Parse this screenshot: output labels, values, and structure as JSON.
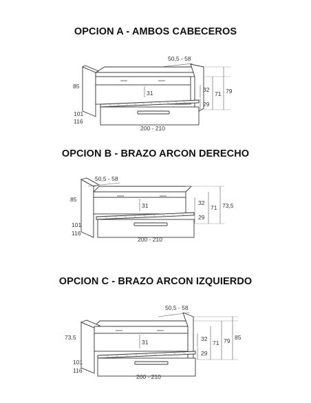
{
  "options": [
    {
      "title": "OPCION A - AMBOS CABECEROS",
      "dims": {
        "depth_range": "50,5 - 58",
        "height_left": "85",
        "width_range": "200 - 210",
        "d_101": "101",
        "d_116": "116",
        "d_31": "31",
        "d_32": "32",
        "d_29": "29",
        "d_71": "71",
        "d_right": "79"
      }
    },
    {
      "title": "OPCION B - BRAZO ARCON DERECHO",
      "dims": {
        "depth_range": "50,5 - 58",
        "height_left": "85",
        "width_range": "200 - 210",
        "d_101": "101",
        "d_116": "116",
        "d_31": "31",
        "d_32": "32",
        "d_29": "29",
        "d_71": "71",
        "d_right": "73,5"
      }
    },
    {
      "title": "OPCION C - BRAZO ARCON IZQUIERDO",
      "dims": {
        "depth_range": "50,5 - 58",
        "height_left": "73,5",
        "width_range": "200 - 210",
        "d_101": "101",
        "d_116": "116",
        "d_31": "31",
        "d_32": "32",
        "d_29": "29",
        "d_71": "71",
        "d_right": "79",
        "d_right2": "85"
      }
    }
  ]
}
